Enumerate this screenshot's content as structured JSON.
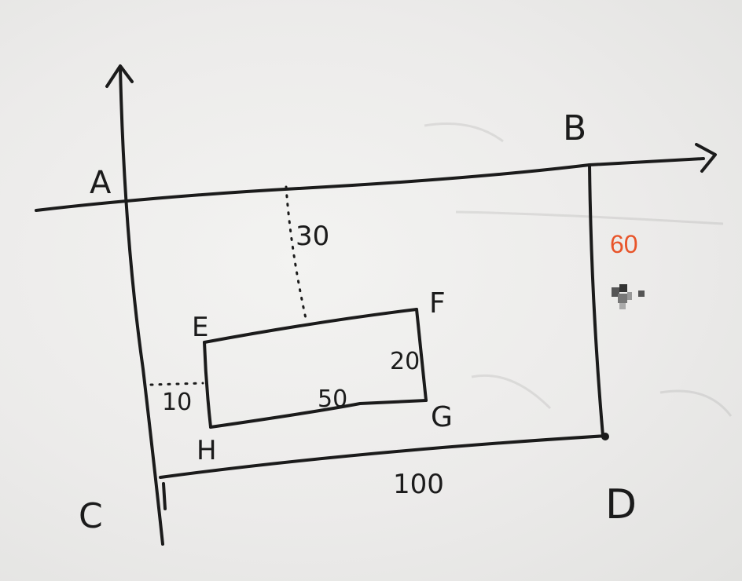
{
  "diagram": {
    "point_labels": {
      "A": "A",
      "B": "B",
      "C": "C",
      "D": "D",
      "E": "E",
      "F": "F",
      "G": "G",
      "H": "H"
    },
    "dimensions": {
      "top_gap": "30",
      "inner_width": "50",
      "inner_height": "20",
      "left_gap": "10",
      "outer_width": "100"
    },
    "annotation": {
      "outer_height": "60",
      "annotation_color": "#e8552a"
    },
    "ink_color": "#1b1b1b"
  }
}
